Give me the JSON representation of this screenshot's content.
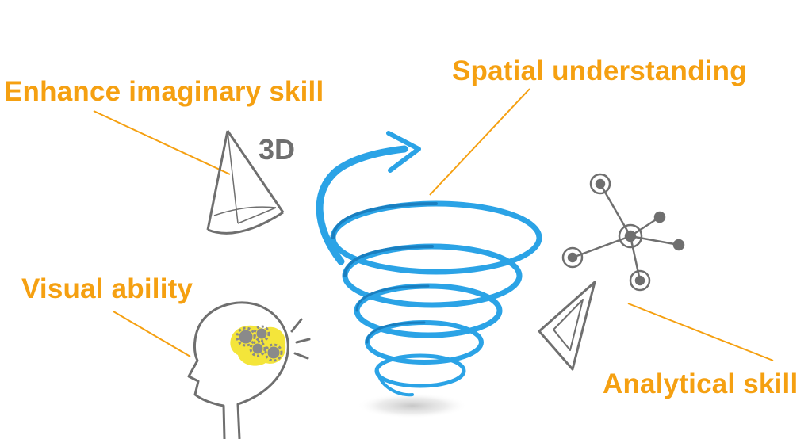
{
  "labels": {
    "enhance": "Enhance imaginary skill",
    "spatial": "Spatial understanding",
    "visual": "Visual ability",
    "analytical": "Analytical skill",
    "three_d": "3D"
  },
  "icons": {
    "cone": "cone-icon",
    "spiral": "spiral-arrow-icon",
    "network": "network-icon",
    "triangle": "triangle-icon",
    "head": "head-gears-icon"
  },
  "colors": {
    "label": "#f5a011",
    "line": "#f5a011",
    "spiral": "#2ba3e6",
    "spiral_dark": "#1a7fc0",
    "icon_gray": "#6f6f6f",
    "brain": "#f4e53a",
    "gear": "#8a8a8a"
  }
}
